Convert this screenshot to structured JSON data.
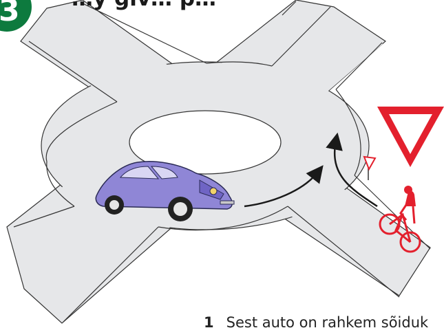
{
  "badge": {
    "number": "3",
    "color": "#0d7a3e"
  },
  "title": "…y giv… p…",
  "caption": {
    "number": "1",
    "text": "Sest auto on rahkem sõiduk"
  },
  "colors": {
    "road": "#e6e7e9",
    "road_edge": "#333333",
    "arrow": "#1a1a1a",
    "sign_red": "#e3202d",
    "car_body": "#8f86d6",
    "cyclist": "#e3202d"
  },
  "icons": {
    "yield_sign": "yield-triangle",
    "small_sign": "small-yield-sign",
    "car": "vintage-car",
    "cyclist": "cyclist"
  }
}
